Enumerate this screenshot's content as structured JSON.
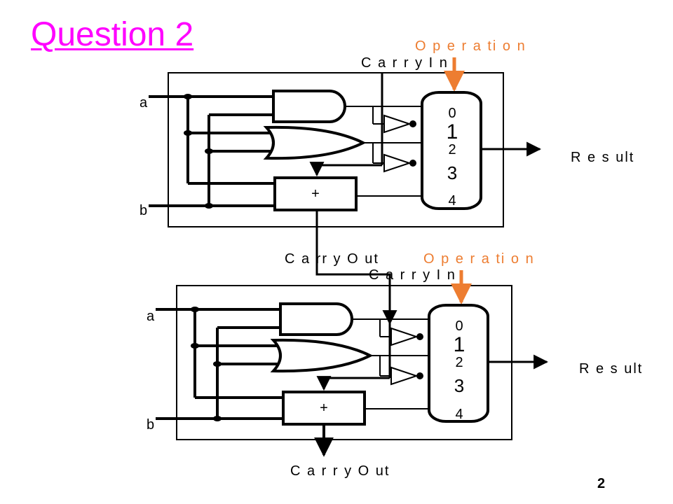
{
  "title": "Question 2",
  "page_number": "2",
  "colors": {
    "title": "#ff00ff",
    "operation": "#ed7d31",
    "ink": "#000000"
  },
  "top_alu": {
    "operation_label": "O p e r a ti o n",
    "carry_in_label": "C a r r y I n",
    "input_a": "a",
    "input_b": "b",
    "mux_inputs": [
      "0",
      "1",
      "2",
      "3",
      "4"
    ],
    "adder_symbol": "+",
    "result_label": "R e s ult",
    "carry_out_label": "C a rr y O ut"
  },
  "bottom_alu": {
    "operation_label": "O p e r a ti o n",
    "carry_in_label": "C a r r y I n",
    "input_a": "a",
    "input_b": "b",
    "mux_inputs": [
      "0",
      "1",
      "2",
      "3",
      "4"
    ],
    "adder_symbol": "+",
    "result_label": "R e s ult",
    "carry_out_label": "C a r r y O ut"
  }
}
